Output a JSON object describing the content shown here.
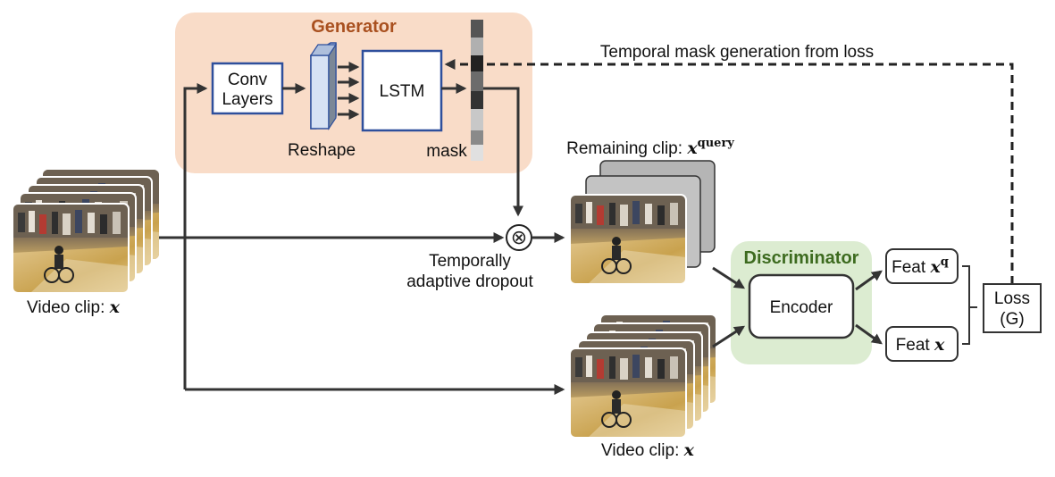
{
  "generator": {
    "title": "Generator",
    "conv_line1": "Conv",
    "conv_line2": "Layers",
    "lstm": "LSTM",
    "reshape": "Reshape",
    "mask": "mask"
  },
  "feedback": {
    "label": "Temporal mask generation from loss"
  },
  "input": {
    "prefix": "Video clip: ",
    "symbol": "x"
  },
  "dropout": {
    "line1": "Temporally",
    "line2": "adaptive dropout",
    "operator": "⊗"
  },
  "remaining": {
    "prefix": "Remaining clip: ",
    "symbol": "x",
    "superscript": "query"
  },
  "bottom_clip": {
    "prefix": "Video clip: ",
    "symbol": "x"
  },
  "discriminator": {
    "title": "Discriminator",
    "encoder": "Encoder"
  },
  "feat_q": {
    "prefix": "Feat ",
    "symbol": "x",
    "superscript": "q"
  },
  "feat_x": {
    "prefix": "Feat ",
    "symbol": "x"
  },
  "loss": {
    "line1": "Loss",
    "line2": "(G)"
  },
  "colors": {
    "generator_bg": "#f9dcc8",
    "generator_title": "#a9501f",
    "discriminator_bg": "#dcecd1",
    "discriminator_title": "#3d6b1f",
    "box_blue": "#2e4f9c",
    "reshape_fill": "#c9d8f0",
    "arrow": "#333333"
  }
}
